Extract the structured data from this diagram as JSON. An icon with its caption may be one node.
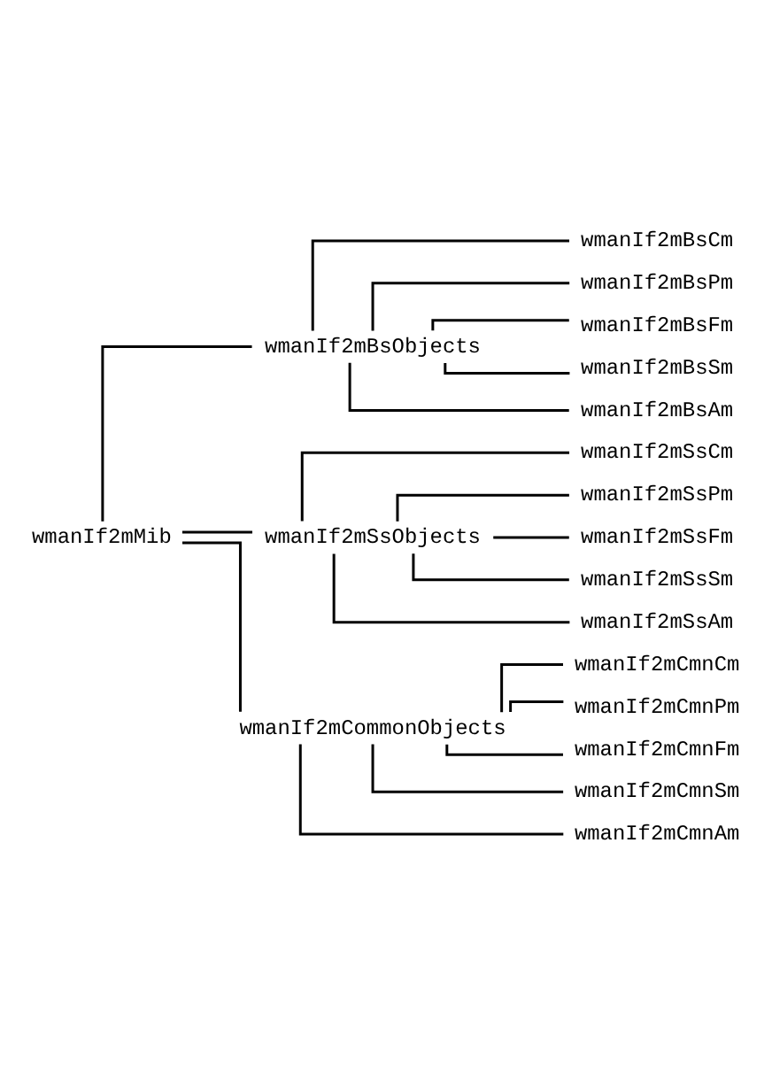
{
  "diagram": {
    "nodes": [
      {
        "text": [
          "wmanIf2mMib"
        ]
      },
      {
        "text": [
          "wmanIf2mBsObjects"
        ]
      },
      {
        "text": [
          "wmanIf2mBsCm"
        ]
      },
      {
        "text": [
          "wmanIf2mBsPm"
        ]
      },
      {
        "text": [
          "wmanIf2mBsFm"
        ]
      },
      {
        "text": [
          "wmanIf2mBsSm"
        ]
      },
      {
        "text": [
          "wmanIf2mBsAm"
        ]
      },
      {
        "text": [
          "wmanIf2mSsObjects"
        ]
      },
      {
        "text": [
          "wmanIf2mSsCm"
        ]
      },
      {
        "text": [
          "wmanIf2mSsPm"
        ]
      },
      {
        "text": [
          "wmanIf2mSsFm"
        ]
      },
      {
        "text": [
          "wmanIf2mSsSm"
        ]
      },
      {
        "text": [
          "wmanIf2mSsAm"
        ]
      },
      {
        "text": [
          "wmanIf2mCommonObjects"
        ]
      },
      {
        "text": [
          "wmanIf2mCmnCm"
        ]
      },
      {
        "text": [
          "wmanIf2mCmnPm"
        ]
      },
      {
        "text": [
          "wmanIf2mCmnFm"
        ]
      },
      {
        "text": [
          "wmanIf2mCmnSm"
        ]
      },
      {
        "text": [
          "wmanIf2mCmnAm"
        ]
      }
    ],
    "edges": [
      {
        "from": 0,
        "to": 1,
        "arrow": "none"
      },
      {
        "from": 1,
        "to": 2,
        "arrow": "none"
      },
      {
        "from": 1,
        "to": 3,
        "arrow": "none"
      },
      {
        "from": 1,
        "to": 4,
        "arrow": "none"
      },
      {
        "from": 1,
        "to": 5,
        "arrow": "none"
      },
      {
        "from": 1,
        "to": 6,
        "arrow": "none"
      },
      {
        "from": 0,
        "to": 7,
        "arrow": "none"
      },
      {
        "from": 7,
        "to": 8,
        "arrow": "none"
      },
      {
        "from": 7,
        "to": 9,
        "arrow": "none"
      },
      {
        "from": 7,
        "to": 10,
        "arrow": "none"
      },
      {
        "from": 7,
        "to": 11,
        "arrow": "none"
      },
      {
        "from": 7,
        "to": 12,
        "arrow": "none"
      },
      {
        "from": 0,
        "to": 13,
        "arrow": "none"
      },
      {
        "from": 13,
        "to": 14,
        "arrow": "none"
      },
      {
        "from": 13,
        "to": 15,
        "arrow": "none"
      },
      {
        "from": 13,
        "to": 16,
        "arrow": "none"
      },
      {
        "from": 13,
        "to": 17,
        "arrow": "none"
      },
      {
        "from": 13,
        "to": 18,
        "arrow": "none"
      }
    ]
  }
}
